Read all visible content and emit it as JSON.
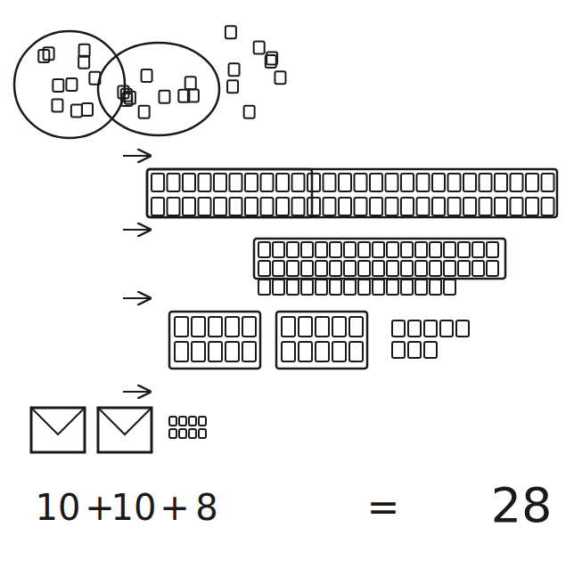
{
  "diagram": {
    "labels": [
      "10",
      "+",
      "10",
      "+",
      "8",
      "=",
      "28"
    ]
  }
}
